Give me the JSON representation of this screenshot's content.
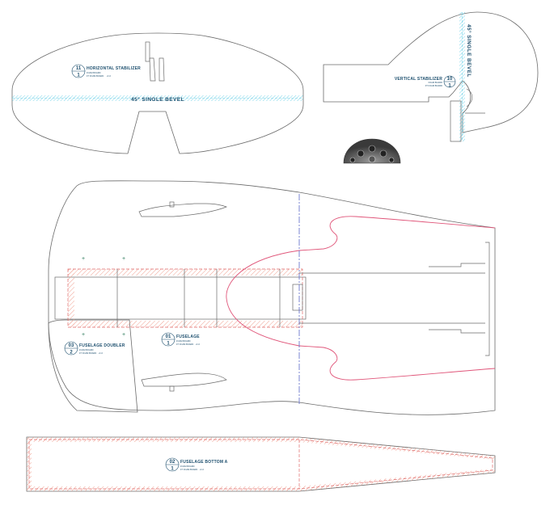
{
  "parts": {
    "horizontal_stabilizer": {
      "number": "11",
      "quantity": "1",
      "title": "HORIZONTAL STABILIZER",
      "material": "FOAM BOARD",
      "spec": "FT FOAM BOARD",
      "scale": "v1.0",
      "bevel_label": "45° SINGLE BEVEL"
    },
    "vertical_stabilizer": {
      "number": "10",
      "quantity": "1",
      "title": "VERTICAL STABILIZER",
      "material": "FOAM BOARD",
      "spec": "FT FOAM BOARD",
      "scale": "v1.0",
      "bevel_label": "45° SINGLE BEVEL"
    },
    "fuselage": {
      "number": "01",
      "quantity": "1",
      "title": "FUSELAGE",
      "material": "FOAM BOARD",
      "spec": "FT FOAM BOARD",
      "scale": "v1.0"
    },
    "fuselage_doubler": {
      "number": "03",
      "quantity": "2",
      "title": "FUSELAGE DOUBLER",
      "material": "FOAM BOARD",
      "spec": "FT FOAM BOARD",
      "scale": "v1.0"
    },
    "fuselage_bottom": {
      "number": "02",
      "quantity": "1",
      "title": "FUSELAGE BOTTOM A",
      "material": "FOAM BOARD",
      "spec": "FT FOAM BOARD",
      "scale": "v1.0"
    }
  },
  "colors": {
    "outline": "#6b6b6b",
    "cut_line": "#e0567a",
    "bevel_hatch": "#6fd2e8",
    "score_hatch": "#f0a090",
    "center_line": "#5a66c8",
    "label": "#1d4f6e"
  },
  "icons": {
    "engine_part": "radial-engine-icon"
  }
}
